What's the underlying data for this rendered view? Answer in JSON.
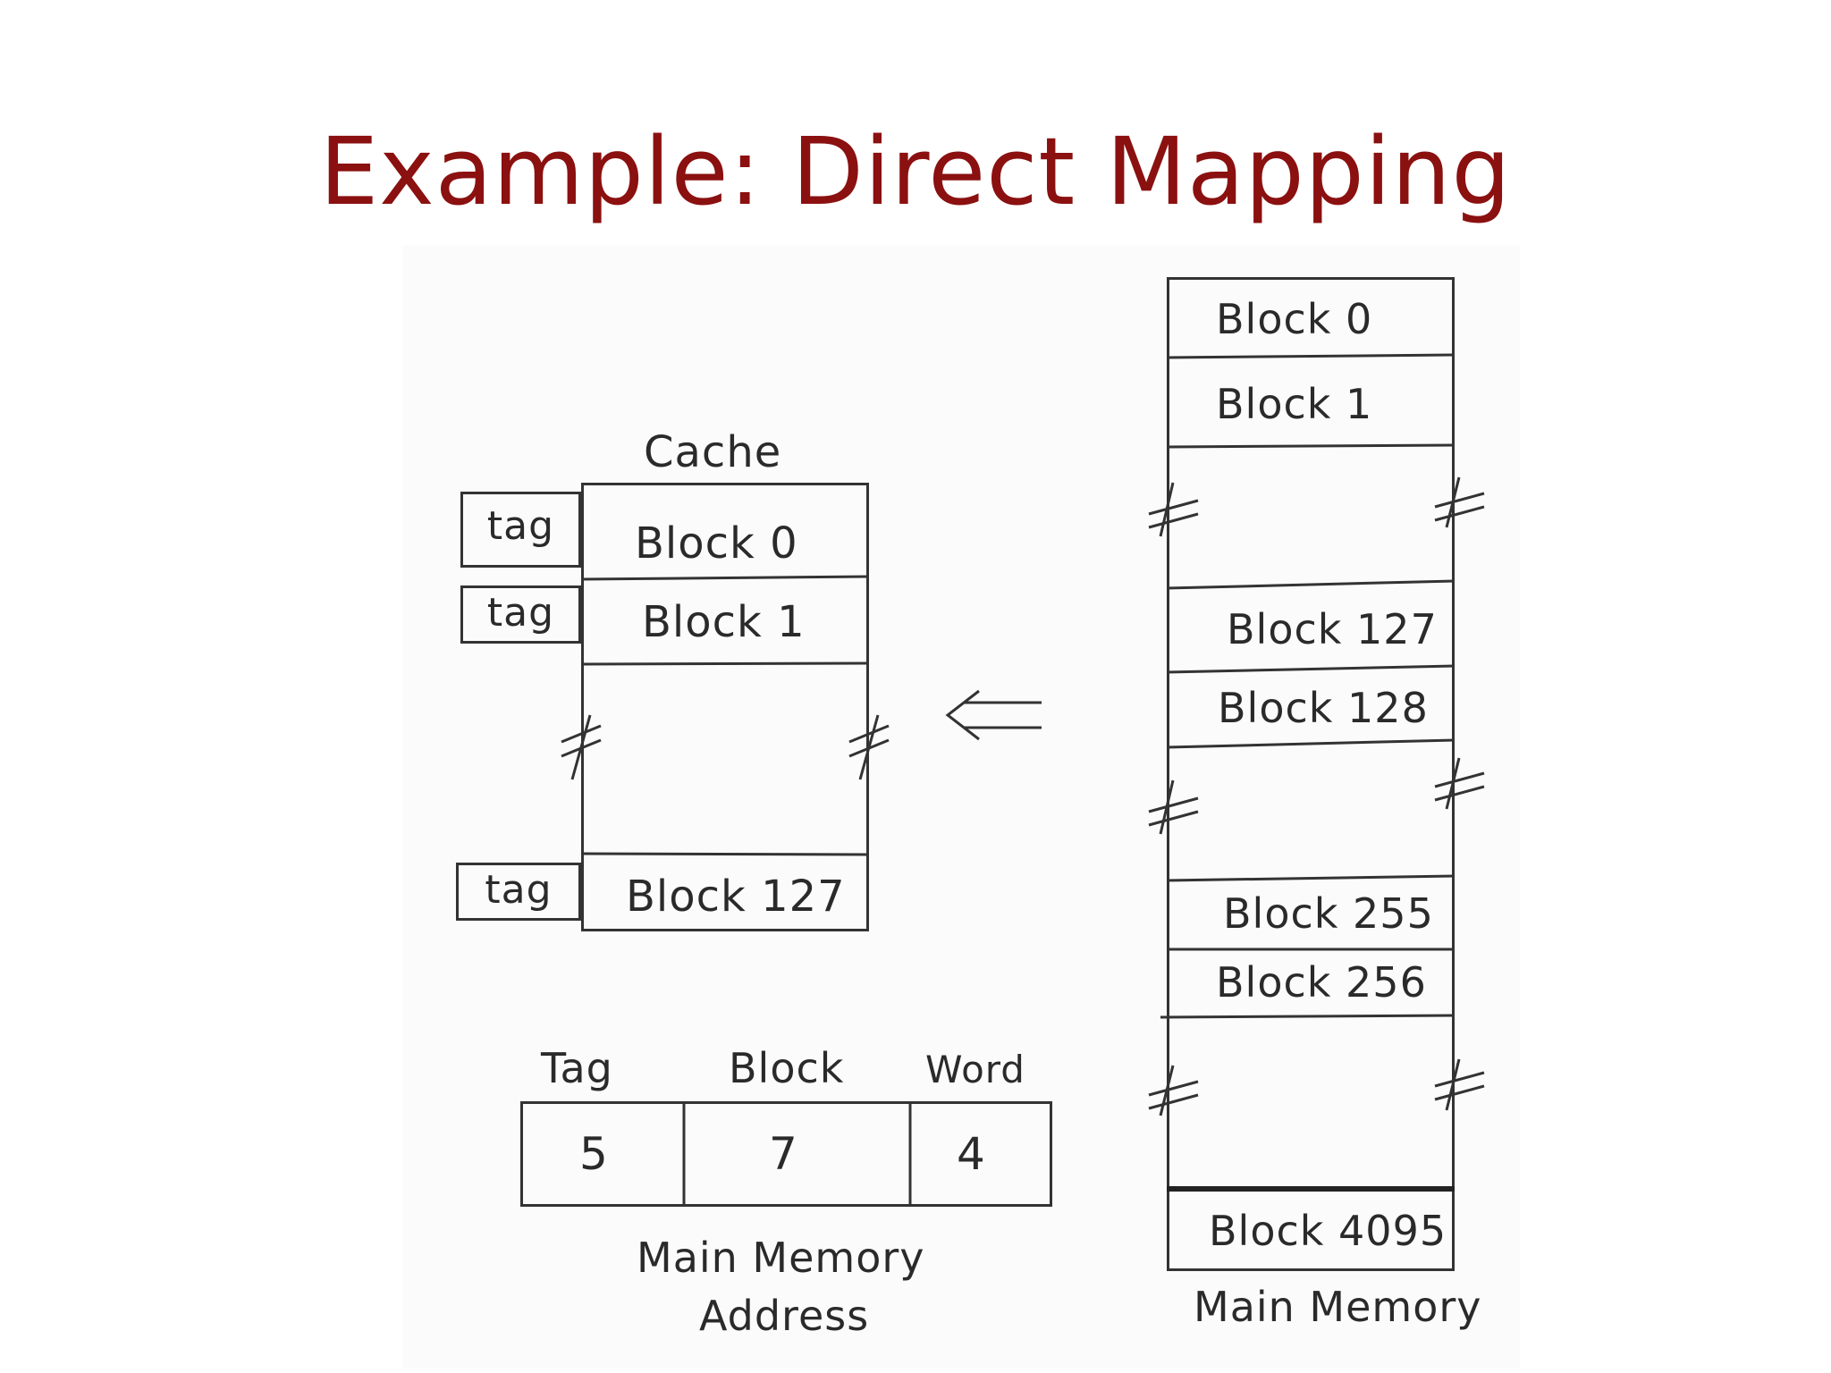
{
  "title": "Example: Direct Mapping",
  "cache": {
    "label": "Cache",
    "rows": [
      {
        "tag": "tag",
        "block": "Block 0"
      },
      {
        "tag": "tag",
        "block": "Block 1"
      },
      {
        "tag": "tag",
        "block": "Block 127"
      }
    ]
  },
  "main_memory": {
    "label": "Main Memory",
    "blocks": [
      "Block 0",
      "Block 1",
      "Block 127",
      "Block 128",
      "Block 255",
      "Block 256",
      "Block 4095"
    ]
  },
  "address": {
    "fields": [
      {
        "name": "Tag",
        "bits": "5"
      },
      {
        "name": "Block",
        "bits": "7"
      },
      {
        "name": "Word",
        "bits": "4"
      }
    ],
    "caption_line1": "Main Memory",
    "caption_line2": "Address"
  }
}
